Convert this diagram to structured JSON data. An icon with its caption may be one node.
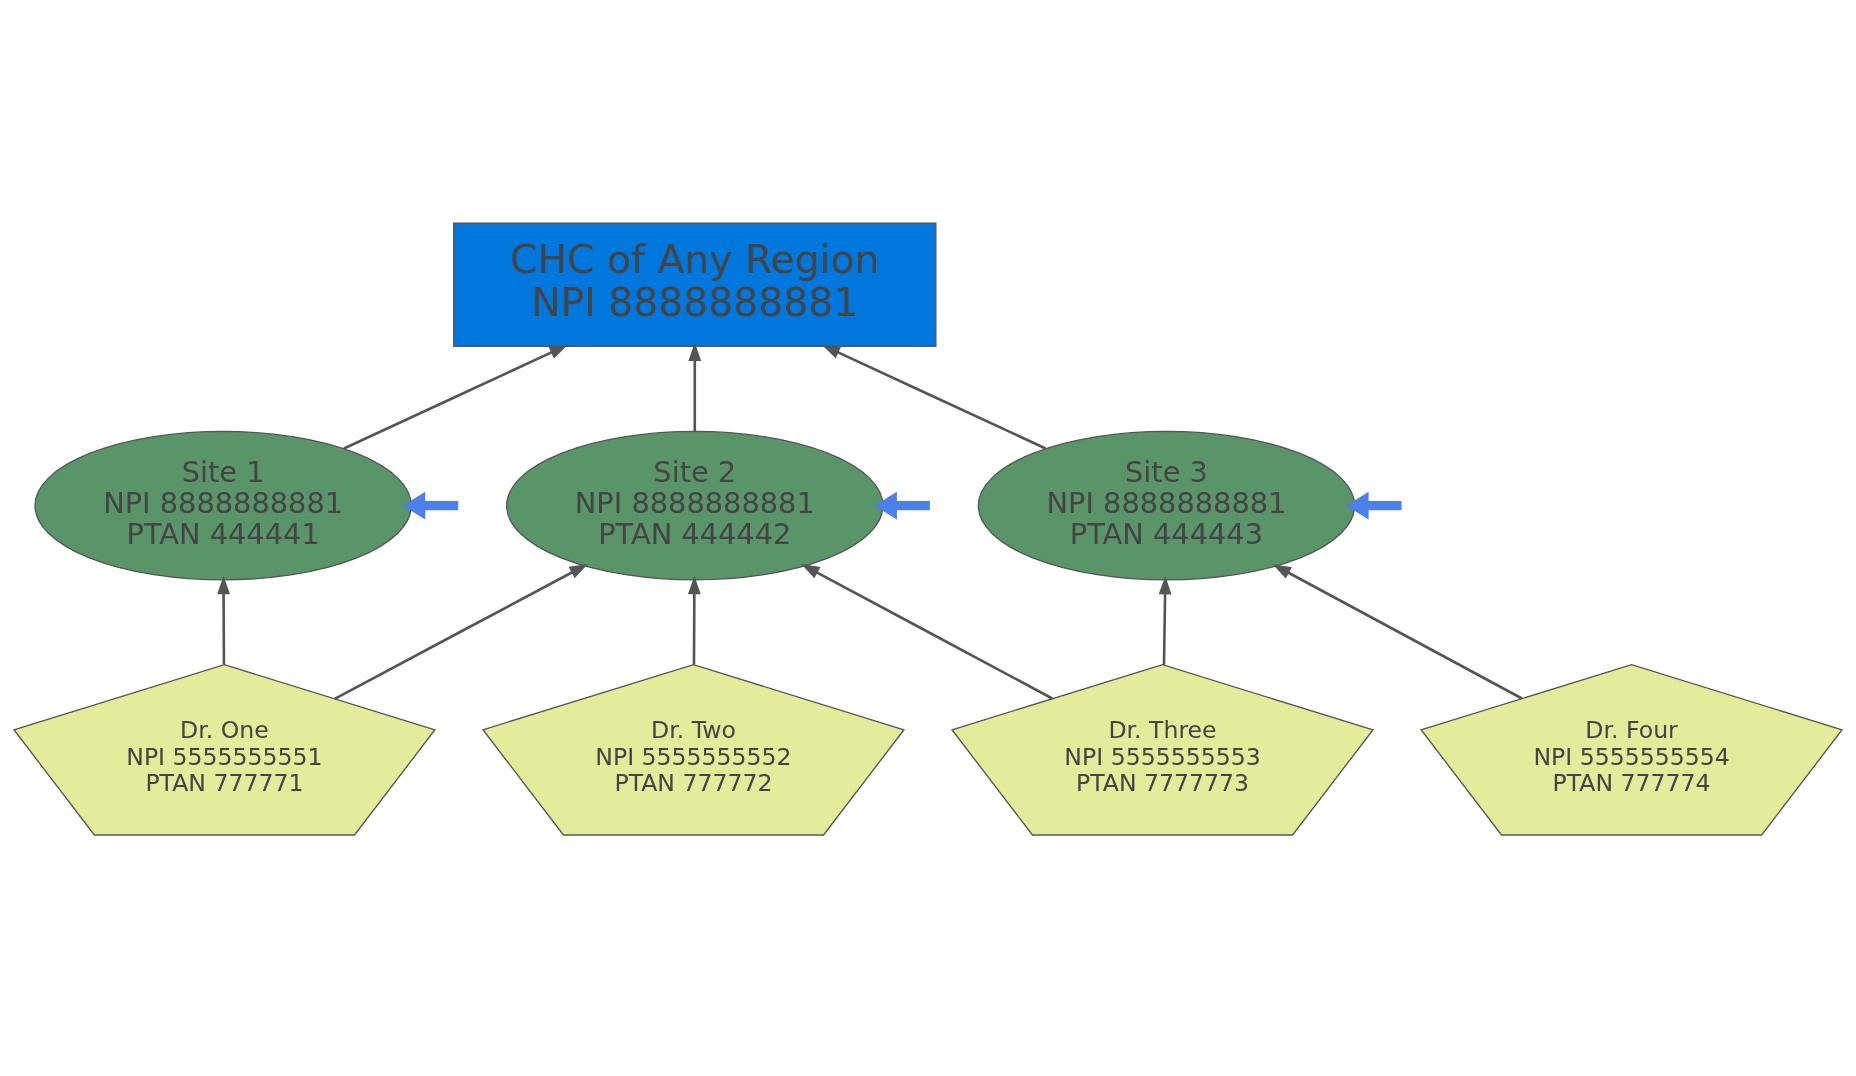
{
  "diagram": {
    "nodes": [
      {
        "text": [
          "CHC of Any Region",
          "NPI 8888888881"
        ]
      },
      {
        "text": [
          "Site 1",
          "NPI 8888888881",
          "PTAN 444441"
        ]
      },
      {
        "text": [
          "Site 2",
          "NPI 8888888881",
          "PTAN 444442"
        ]
      },
      {
        "text": [
          "Site 3",
          "NPI 8888888881",
          "PTAN 444443"
        ]
      },
      {
        "text": [
          "Dr. One",
          "NPI 5555555551",
          "PTAN 777771"
        ]
      },
      {
        "text": [
          "Dr. Two",
          "NPI 5555555552",
          "PTAN 777772"
        ]
      },
      {
        "text": [
          "Dr. Three",
          "NPI 5555555553",
          "PTAN 7777773"
        ]
      },
      {
        "text": [
          "Dr. Four",
          "NPI 5555555554",
          "PTAN 777774"
        ]
      }
    ],
    "edges": [
      {
        "from": 1,
        "to": 0,
        "arrow": "to"
      },
      {
        "from": 2,
        "to": 0,
        "arrow": "to"
      },
      {
        "from": 3,
        "to": 0,
        "arrow": "to"
      },
      {
        "from": 4,
        "to": 1,
        "arrow": "to"
      },
      {
        "from": 4,
        "to": 2,
        "arrow": "to"
      },
      {
        "from": 5,
        "to": 2,
        "arrow": "to"
      },
      {
        "from": 6,
        "to": 2,
        "arrow": "to"
      },
      {
        "from": 6,
        "to": 3,
        "arrow": "to"
      },
      {
        "from": 7,
        "to": 3,
        "arrow": "to"
      },
      {
        "from": null,
        "to": 1,
        "arrow": "to",
        "style": "thick",
        "color": "#4a80e8"
      },
      {
        "from": null,
        "to": 2,
        "arrow": "to",
        "style": "thick",
        "color": "#4a80e8"
      },
      {
        "from": null,
        "to": 3,
        "arrow": "to",
        "style": "thick",
        "color": "#4a80e8"
      }
    ]
  }
}
